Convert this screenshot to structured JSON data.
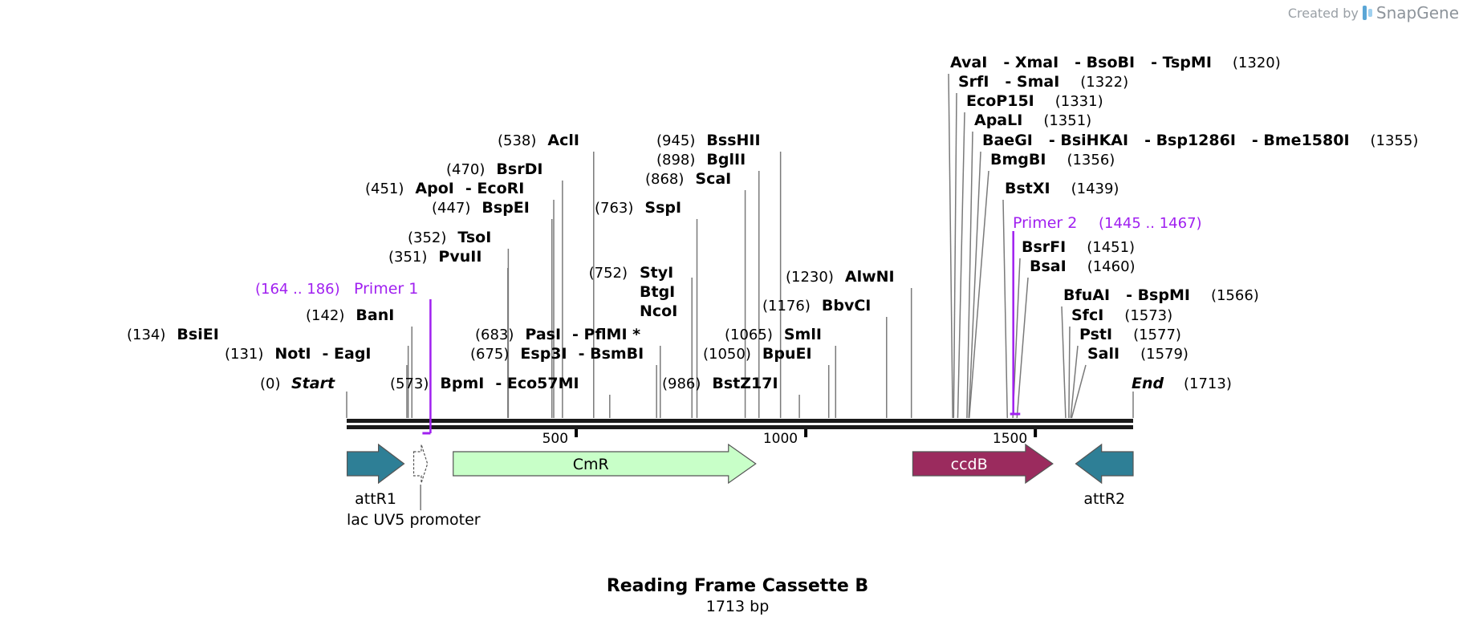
{
  "branding": {
    "created_by": "Created by",
    "app_name": "SnapGene",
    "accent": "#5aa6d6"
  },
  "sequence": {
    "name": "Reading Frame Cassette B",
    "length_label": "1713 bp",
    "length": 1713
  },
  "ruler": {
    "ticks": [
      {
        "pos": 500,
        "label": "500"
      },
      {
        "pos": 1000,
        "label": "1000"
      },
      {
        "pos": 1500,
        "label": "1500"
      }
    ],
    "end_markers": [
      {
        "pos": 0,
        "label": "Start",
        "coord": "(0)",
        "side": "left"
      },
      {
        "pos": 1713,
        "label": "End",
        "coord": "(1713)",
        "side": "right"
      }
    ]
  },
  "enzyme_rows": [
    {
      "row": 0,
      "side": "left",
      "lines": [
        {
          "text": "(573)",
          "bold": false
        },
        {
          "text": "BpmI",
          "bold": true
        },
        {
          "text": "- Eco57MI",
          "bold": true
        },
        {
          "text": "(986)",
          "bold": false
        },
        {
          "text": "BstZ17I",
          "bold": true
        }
      ]
    }
  ],
  "enzyme_labels": [
    {
      "coord": "(131)",
      "names": [
        "NotI",
        "- EagI"
      ],
      "pos": 131
    },
    {
      "coord": "(134)",
      "names": [
        "BsiEI"
      ],
      "pos": 134
    },
    {
      "coord": "(142)",
      "names": [
        "BanI"
      ],
      "pos": 142
    },
    {
      "coord": "(351)",
      "names": [
        "PvuII"
      ],
      "pos": 351
    },
    {
      "coord": "(352)",
      "names": [
        "TsoI"
      ],
      "pos": 352
    },
    {
      "coord": "(447)",
      "names": [
        "BspEI"
      ],
      "pos": 447
    },
    {
      "coord": "(451)",
      "names": [
        "ApoI",
        "- EcoRI"
      ],
      "pos": 451
    },
    {
      "coord": "(470)",
      "names": [
        "BsrDI"
      ],
      "pos": 470
    },
    {
      "coord": "(538)",
      "names": [
        "AclI"
      ],
      "pos": 538
    },
    {
      "coord": "(573)",
      "names": [
        "BpmI",
        "- Eco57MI"
      ],
      "pos": 573
    },
    {
      "coord": "(675)",
      "names": [
        "Esp3I",
        "- BsmBI"
      ],
      "pos": 675
    },
    {
      "coord": "(683)",
      "names": [
        "PasI",
        "- PflMI *"
      ],
      "pos": 683
    },
    {
      "coord": "(752)",
      "names": [
        "StyI",
        "BtgI",
        "NcoI"
      ],
      "pos": 752
    },
    {
      "coord": "(763)",
      "names": [
        "SspI"
      ],
      "pos": 763
    },
    {
      "coord": "(868)",
      "names": [
        "ScaI"
      ],
      "pos": 868
    },
    {
      "coord": "(898)",
      "names": [
        "BglII"
      ],
      "pos": 898
    },
    {
      "coord": "(945)",
      "names": [
        "BssHII"
      ],
      "pos": 945
    },
    {
      "coord": "(986)",
      "names": [
        "BstZ17I"
      ],
      "pos": 986
    },
    {
      "coord": "(1050)",
      "names": [
        "BpuEI"
      ],
      "pos": 1050
    },
    {
      "coord": "(1065)",
      "names": [
        "SmlI"
      ],
      "pos": 1065
    },
    {
      "coord": "(1176)",
      "names": [
        "BbvCI"
      ],
      "pos": 1176
    },
    {
      "coord": "(1230)",
      "names": [
        "AlwNI"
      ],
      "pos": 1230
    },
    {
      "coord": "(1320)",
      "names": [
        "AvaI",
        "- XmaI",
        "- BsoBI",
        "- TspMI"
      ],
      "pos": 1320
    },
    {
      "coord": "(1322)",
      "names": [
        "SrfI",
        "- SmaI"
      ],
      "pos": 1322
    },
    {
      "coord": "(1331)",
      "names": [
        "EcoP15I"
      ],
      "pos": 1331
    },
    {
      "coord": "(1351)",
      "names": [
        "ApaLI"
      ],
      "pos": 1351
    },
    {
      "coord": "(1355)",
      "names": [
        "BaeGI",
        "- BsiHKAI",
        "- Bsp1286I",
        "- Bme1580I"
      ],
      "pos": 1355
    },
    {
      "coord": "(1356)",
      "names": [
        "BmgBI"
      ],
      "pos": 1356
    },
    {
      "coord": "(1439)",
      "names": [
        "BstXI"
      ],
      "pos": 1439
    },
    {
      "coord": "(1451)",
      "names": [
        "BsrFI"
      ],
      "pos": 1451
    },
    {
      "coord": "(1460)",
      "names": [
        "BsaI"
      ],
      "pos": 1460
    },
    {
      "coord": "(1566)",
      "names": [
        "BfuAI",
        "- BspMI"
      ],
      "pos": 1566
    },
    {
      "coord": "(1573)",
      "names": [
        "SfcI"
      ],
      "pos": 1573
    },
    {
      "coord": "(1577)",
      "names": [
        "PstI"
      ],
      "pos": 1577
    },
    {
      "coord": "(1579)",
      "names": [
        "SalI"
      ],
      "pos": 1579
    }
  ],
  "primers": [
    {
      "name": "Primer 1",
      "range": "(164 .. 186)",
      "start": 164,
      "end": 186,
      "color": "#a020f0"
    },
    {
      "name": "Primer 2",
      "range": "(1445 .. 1467)",
      "start": 1445,
      "end": 1467,
      "color": "#a020f0"
    }
  ],
  "features": [
    {
      "name": "attR1",
      "start": 1,
      "end": 125,
      "direction": "forward",
      "color": "#2e7f96",
      "label_side": "below"
    },
    {
      "name": "lac UV5 promoter",
      "start": 146,
      "end": 176,
      "direction": "forward",
      "color": "#ffffff",
      "label_side": "below"
    },
    {
      "name": "CmR",
      "start": 232,
      "end": 891,
      "direction": "forward",
      "color": "#c8ffc8",
      "label_side": "inside"
    },
    {
      "name": "ccdB",
      "start": 1233,
      "end": 1538,
      "direction": "forward",
      "color": "#9b2b5e",
      "label_side": "inside"
    },
    {
      "name": "attR2",
      "start": 1588,
      "end": 1713,
      "direction": "reverse",
      "color": "#2e7f96",
      "label_side": "below"
    }
  ]
}
